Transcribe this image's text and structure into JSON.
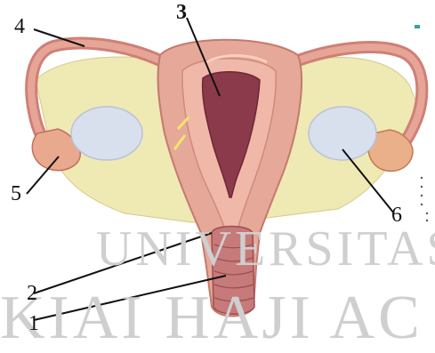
{
  "labels": {
    "l1": "1",
    "l2": "2",
    "l3": "3",
    "l4": "4",
    "l5": "5",
    "l6": "6"
  },
  "watermark": {
    "line1": "UNIVERSITAS",
    "line2": "KIAI HAJI AC"
  },
  "colors": {
    "tissue": "#e6a898",
    "cavity": "#8a3a4a",
    "ligament": "#efe9b4",
    "ovary": "#d8e0ee",
    "line": "#111111"
  }
}
